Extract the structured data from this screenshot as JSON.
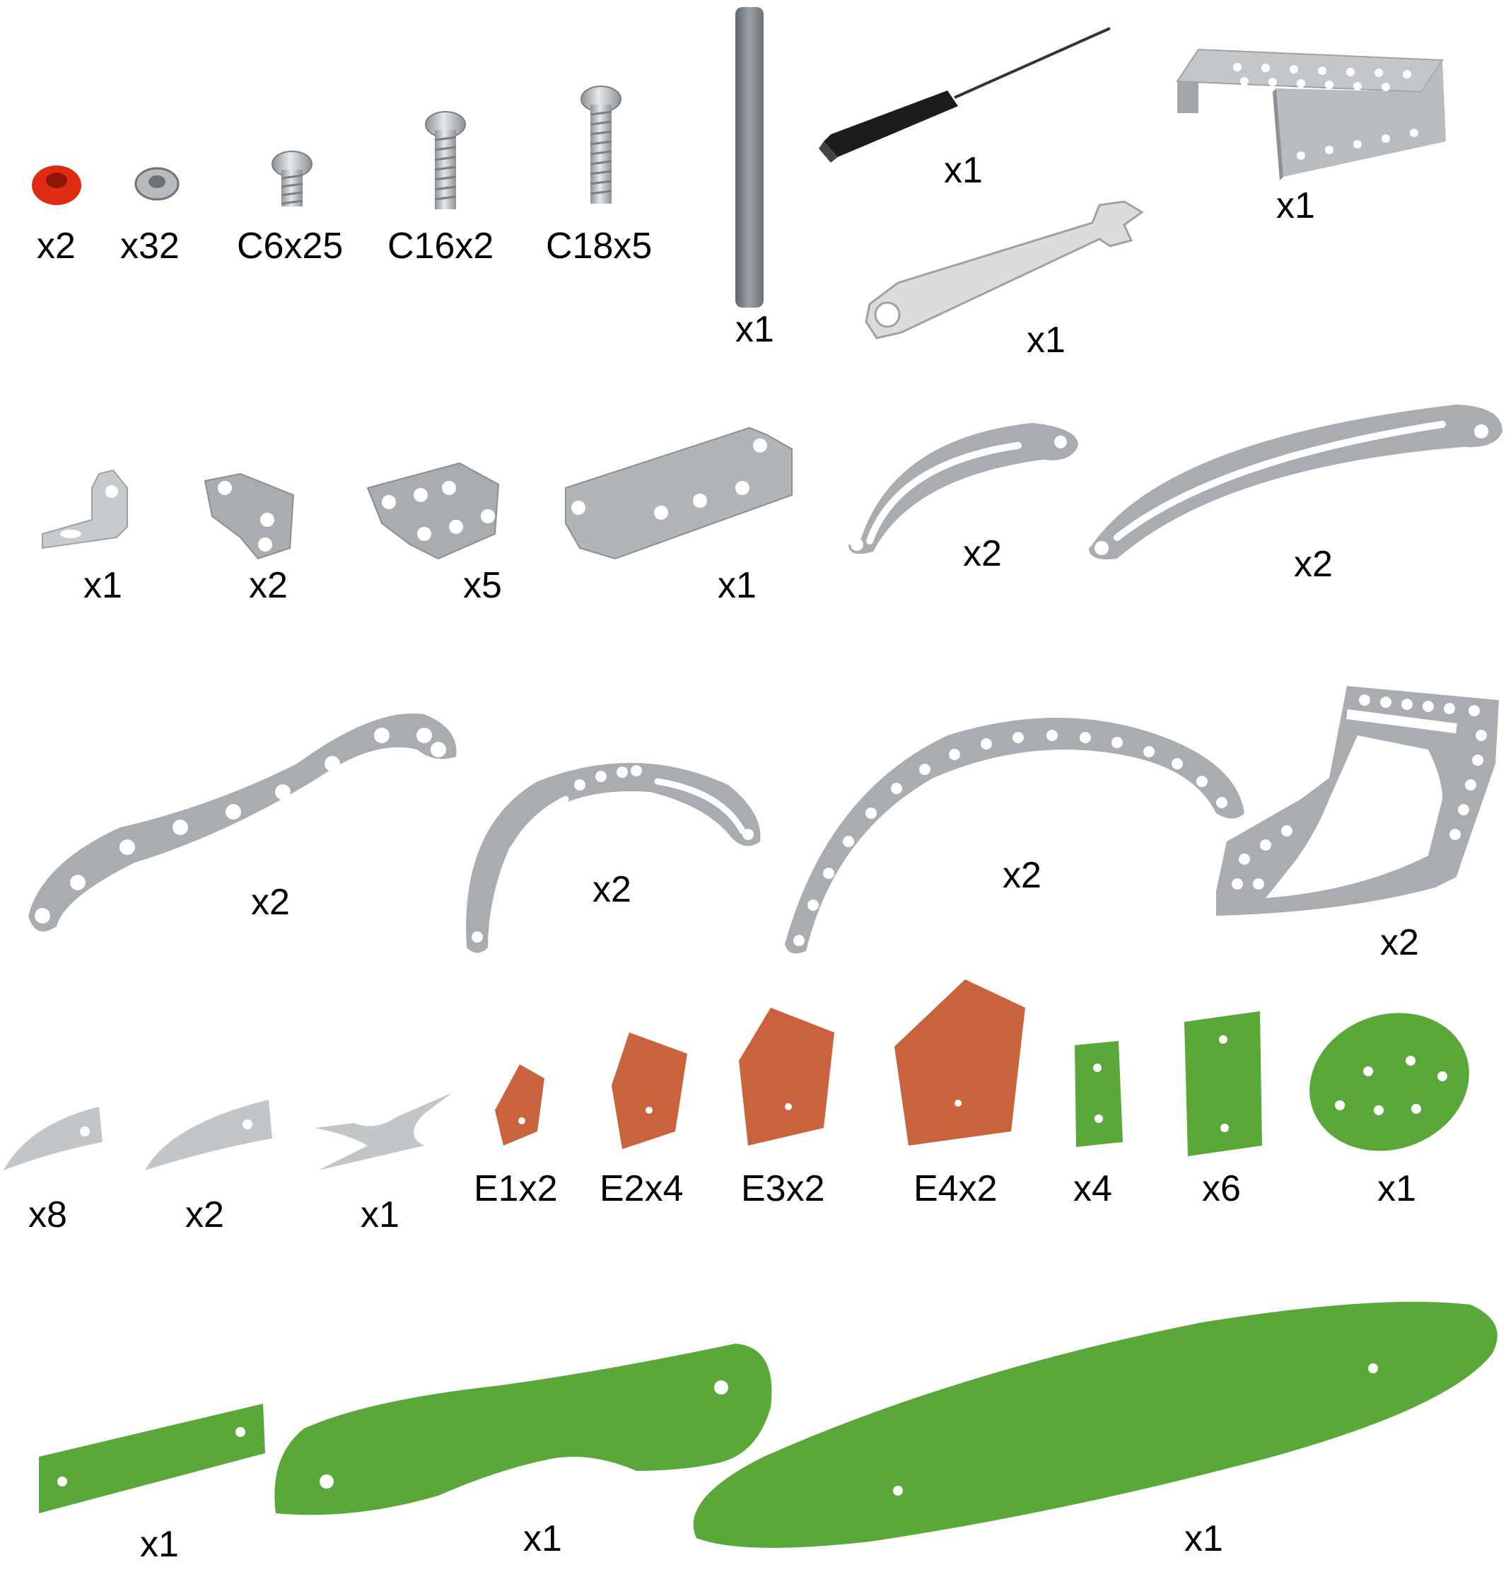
{
  "colors": {
    "metal": "#a9adb1",
    "metal_dark": "#8a8f94",
    "hole": "#ffffff",
    "orange": "#c9623d",
    "green": "#5aa839",
    "red": "#e02a12",
    "black": "#1c1c1c",
    "rod": "#7f8589"
  },
  "labels": {
    "row1": {
      "spacer": "x2",
      "nut": "x32",
      "screw_c6": "C6x25",
      "screw_c16": "C16x2",
      "screw_c18": "C18x5",
      "axle": "x1",
      "screwdriver": "x1",
      "wrench": "x1",
      "u_plate": "x1"
    },
    "row2": {
      "angle_bracket": "x1",
      "double_bracket": "x2",
      "double_bracket_wide": "x5",
      "long_bracket": "x1",
      "short_curved_strip": "x2",
      "long_curved_strip": "x2"
    },
    "row3": {
      "s_strip": "x2",
      "slotted_arc": "x2",
      "large_arc": "x2",
      "frame_plate": "x2"
    },
    "row4": {
      "blade_small": "x8",
      "blade_medium": "x2",
      "h_piece": "x1",
      "e1": "E1x2",
      "e2": "E2x4",
      "e3": "E3x2",
      "e4": "E4x2",
      "green_rect_small": "x4",
      "green_rect_large": "x6",
      "green_oval": "x1"
    },
    "row5": {
      "green_strip": "x1",
      "green_curved_panel": "x1",
      "green_long_oval": "x1"
    }
  }
}
